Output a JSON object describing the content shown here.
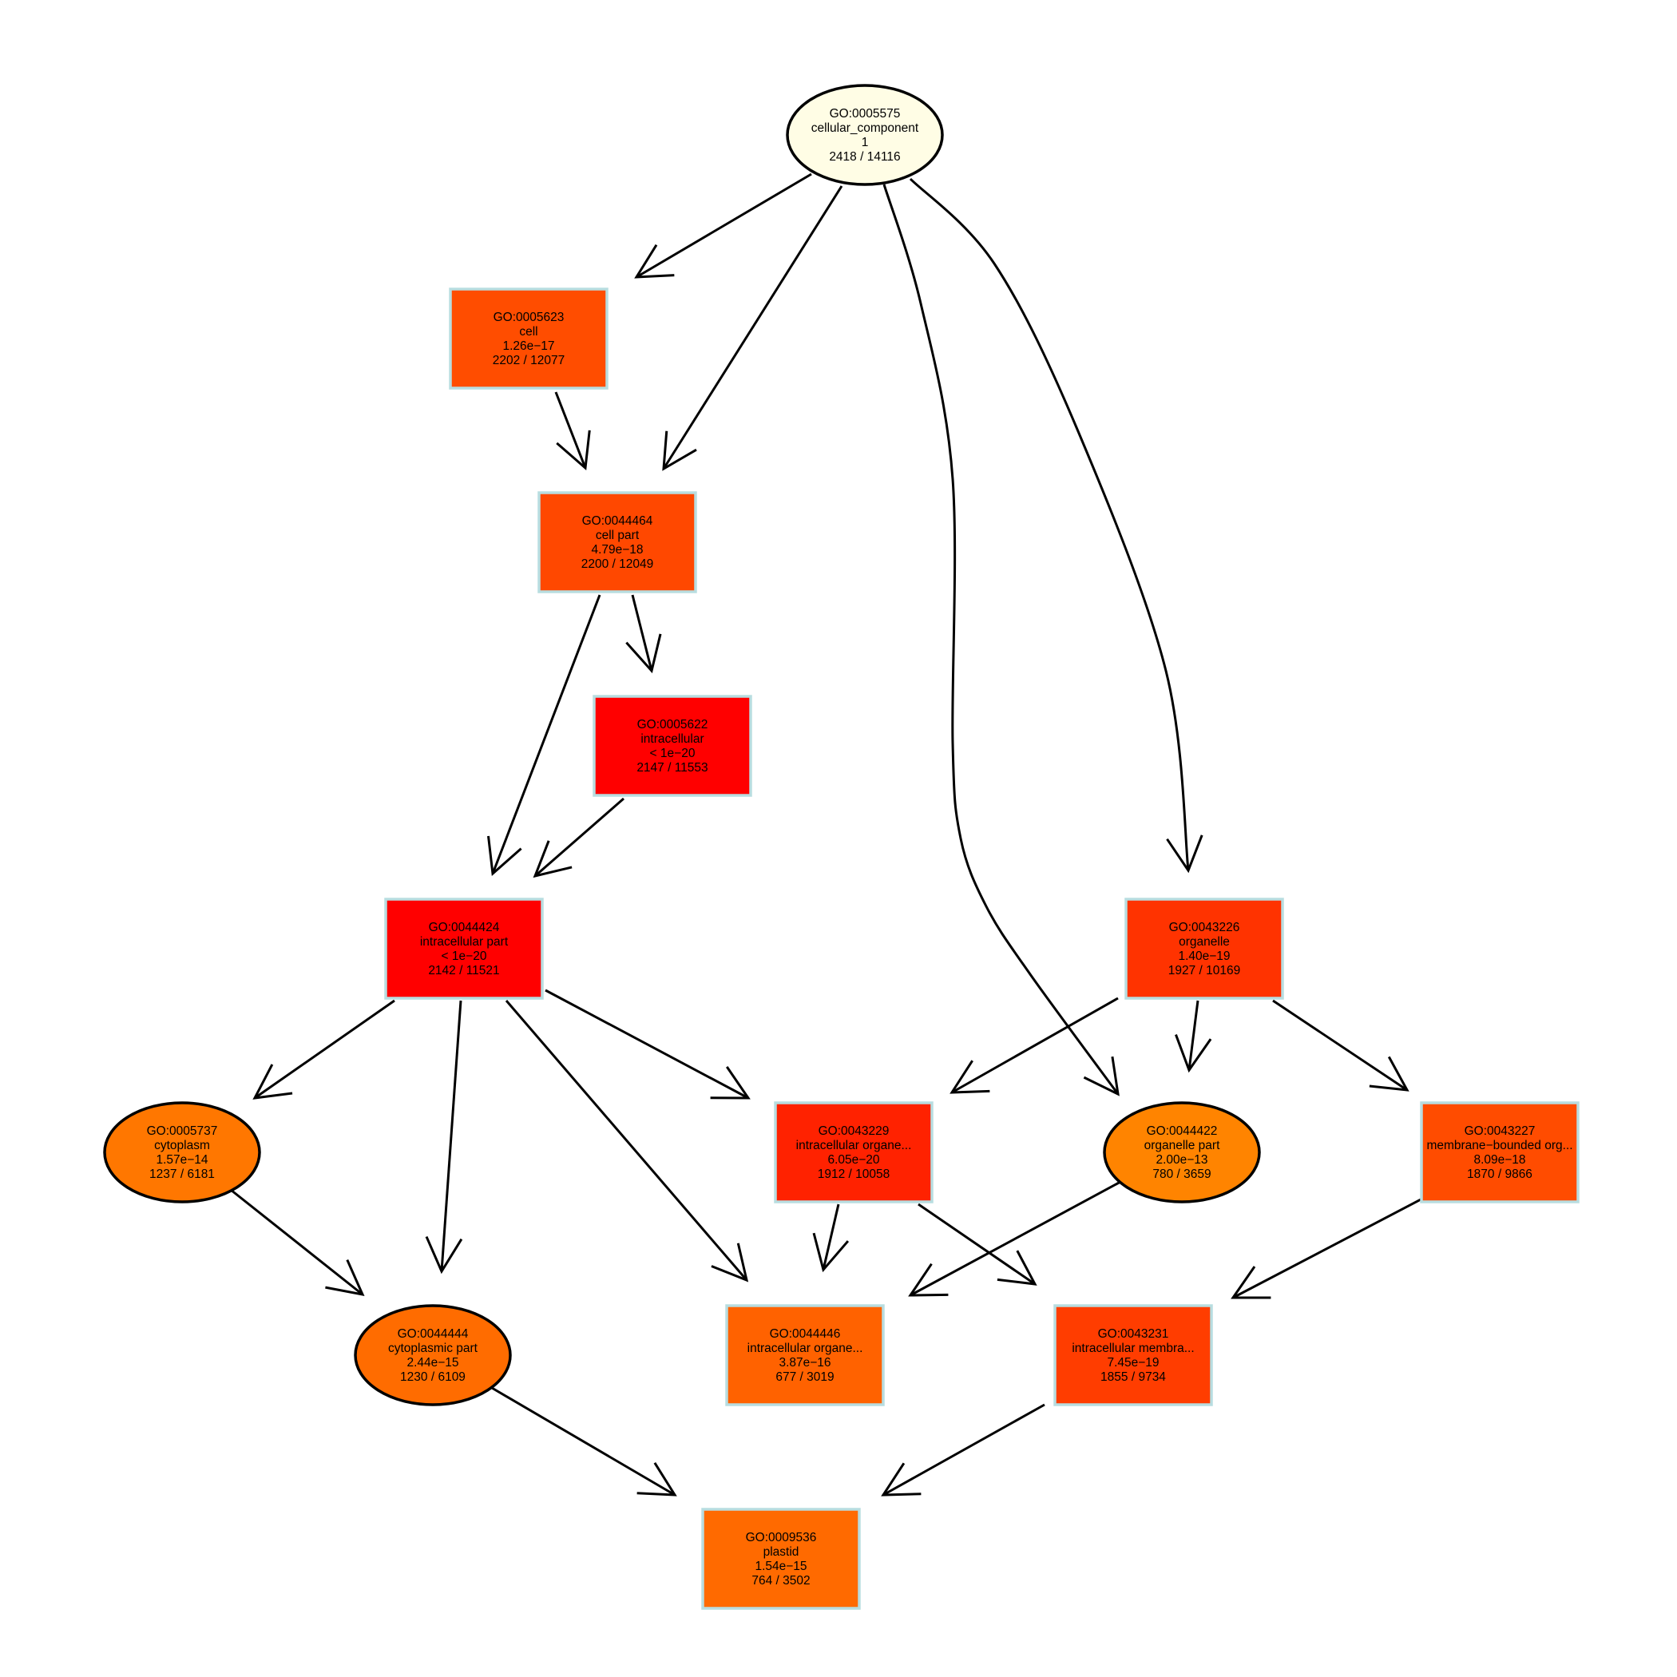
{
  "nodes": [
    {
      "id": "GO:0005575",
      "name": "cellular_component",
      "pvalue": "1",
      "counts": "2418 / 14116",
      "shape": "ellipse",
      "color": "#fffde5"
    },
    {
      "id": "GO:0005623",
      "name": "cell",
      "pvalue": "1.26e−17",
      "counts": "2202 / 12077",
      "shape": "box",
      "color": "#ff4d00"
    },
    {
      "id": "GO:0044464",
      "name": "cell part",
      "pvalue": "4.79e−18",
      "counts": "2200 / 12049",
      "shape": "box",
      "color": "#ff4800"
    },
    {
      "id": "GO:0005622",
      "name": "intracellular",
      "pvalue": "< 1e−20",
      "counts": "2147 / 11553",
      "shape": "box",
      "color": "#ff0000"
    },
    {
      "id": "GO:0044424",
      "name": "intracellular part",
      "pvalue": "< 1e−20",
      "counts": "2142 / 11521",
      "shape": "box",
      "color": "#ff0000"
    },
    {
      "id": "GO:0043226",
      "name": "organelle",
      "pvalue": "1.40e−19",
      "counts": "1927 / 10169",
      "shape": "box",
      "color": "#ff3300"
    },
    {
      "id": "GO:0005737",
      "name": "cytoplasm",
      "pvalue": "1.57e−14",
      "counts": "1237 / 6181",
      "shape": "ellipse",
      "color": "#ff7700"
    },
    {
      "id": "GO:0043229",
      "name": "intracellular organe...",
      "pvalue": "6.05e−20",
      "counts": "1912 / 10058",
      "shape": "box",
      "color": "#ff2200"
    },
    {
      "id": "GO:0044422",
      "name": "organelle part",
      "pvalue": "2.00e−13",
      "counts": "780 / 3659",
      "shape": "ellipse",
      "color": "#ff8400"
    },
    {
      "id": "GO:0043227",
      "name": "membrane−bounded org...",
      "pvalue": "8.09e−18",
      "counts": "1870 / 9866",
      "shape": "box",
      "color": "#ff4c00"
    },
    {
      "id": "GO:0044444",
      "name": "cytoplasmic part",
      "pvalue": "2.44e−15",
      "counts": "1230 / 6109",
      "shape": "ellipse",
      "color": "#ff6c00"
    },
    {
      "id": "GO:0044446",
      "name": "intracellular organe...",
      "pvalue": "3.87e−16",
      "counts": "677 / 3019",
      "shape": "box",
      "color": "#ff6200"
    },
    {
      "id": "GO:0043231",
      "name": "intracellular membra...",
      "pvalue": "7.45e−19",
      "counts": "1855 / 9734",
      "shape": "box",
      "color": "#ff3d00"
    },
    {
      "id": "GO:0009536",
      "name": "plastid",
      "pvalue": "1.54e−15",
      "counts": "764 / 3502",
      "shape": "box",
      "color": "#ff6a00"
    }
  ],
  "edges": [
    {
      "from": "GO:0005575",
      "to": "GO:0005623"
    },
    {
      "from": "GO:0005575",
      "to": "GO:0044464"
    },
    {
      "from": "GO:0005575",
      "to": "GO:0044422"
    },
    {
      "from": "GO:0005575",
      "to": "GO:0043226"
    },
    {
      "from": "GO:0005623",
      "to": "GO:0044464"
    },
    {
      "from": "GO:0044464",
      "to": "GO:0005622"
    },
    {
      "from": "GO:0044464",
      "to": "GO:0044424"
    },
    {
      "from": "GO:0005622",
      "to": "GO:0044424"
    },
    {
      "from": "GO:0044424",
      "to": "GO:0005737"
    },
    {
      "from": "GO:0044424",
      "to": "GO:0044444"
    },
    {
      "from": "GO:0044424",
      "to": "GO:0044446"
    },
    {
      "from": "GO:0044424",
      "to": "GO:0043229"
    },
    {
      "from": "GO:0043226",
      "to": "GO:0043229"
    },
    {
      "from": "GO:0043226",
      "to": "GO:0044422"
    },
    {
      "from": "GO:0043226",
      "to": "GO:0043227"
    },
    {
      "from": "GO:0005737",
      "to": "GO:0044444"
    },
    {
      "from": "GO:0043229",
      "to": "GO:0044446"
    },
    {
      "from": "GO:0043229",
      "to": "GO:0043231"
    },
    {
      "from": "GO:0044422",
      "to": "GO:0044446"
    },
    {
      "from": "GO:0043227",
      "to": "GO:0043231"
    },
    {
      "from": "GO:0044444",
      "to": "GO:0009536"
    },
    {
      "from": "GO:0043231",
      "to": "GO:0009536"
    }
  ]
}
